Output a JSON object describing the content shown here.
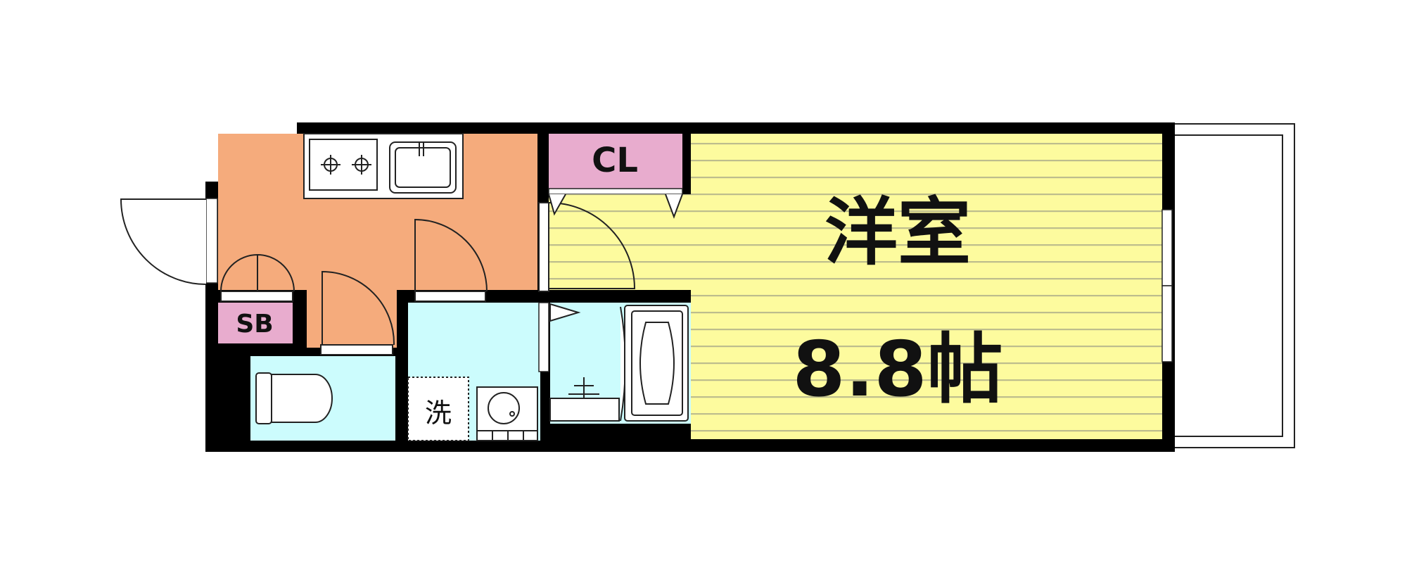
{
  "floor_plan": {
    "closet_label": "CL",
    "shoe_box_label": "SB",
    "laundry_label": "洗",
    "room": {
      "name": "洋室",
      "size": "8.8帖"
    }
  },
  "colors": {
    "wall": "#000000",
    "kitchen": "#f5ab7c",
    "water_area": "#ccfcfd",
    "room": "#fdfb9e",
    "room_stripe": "#bdbd8d",
    "storage": "#e8acce"
  }
}
